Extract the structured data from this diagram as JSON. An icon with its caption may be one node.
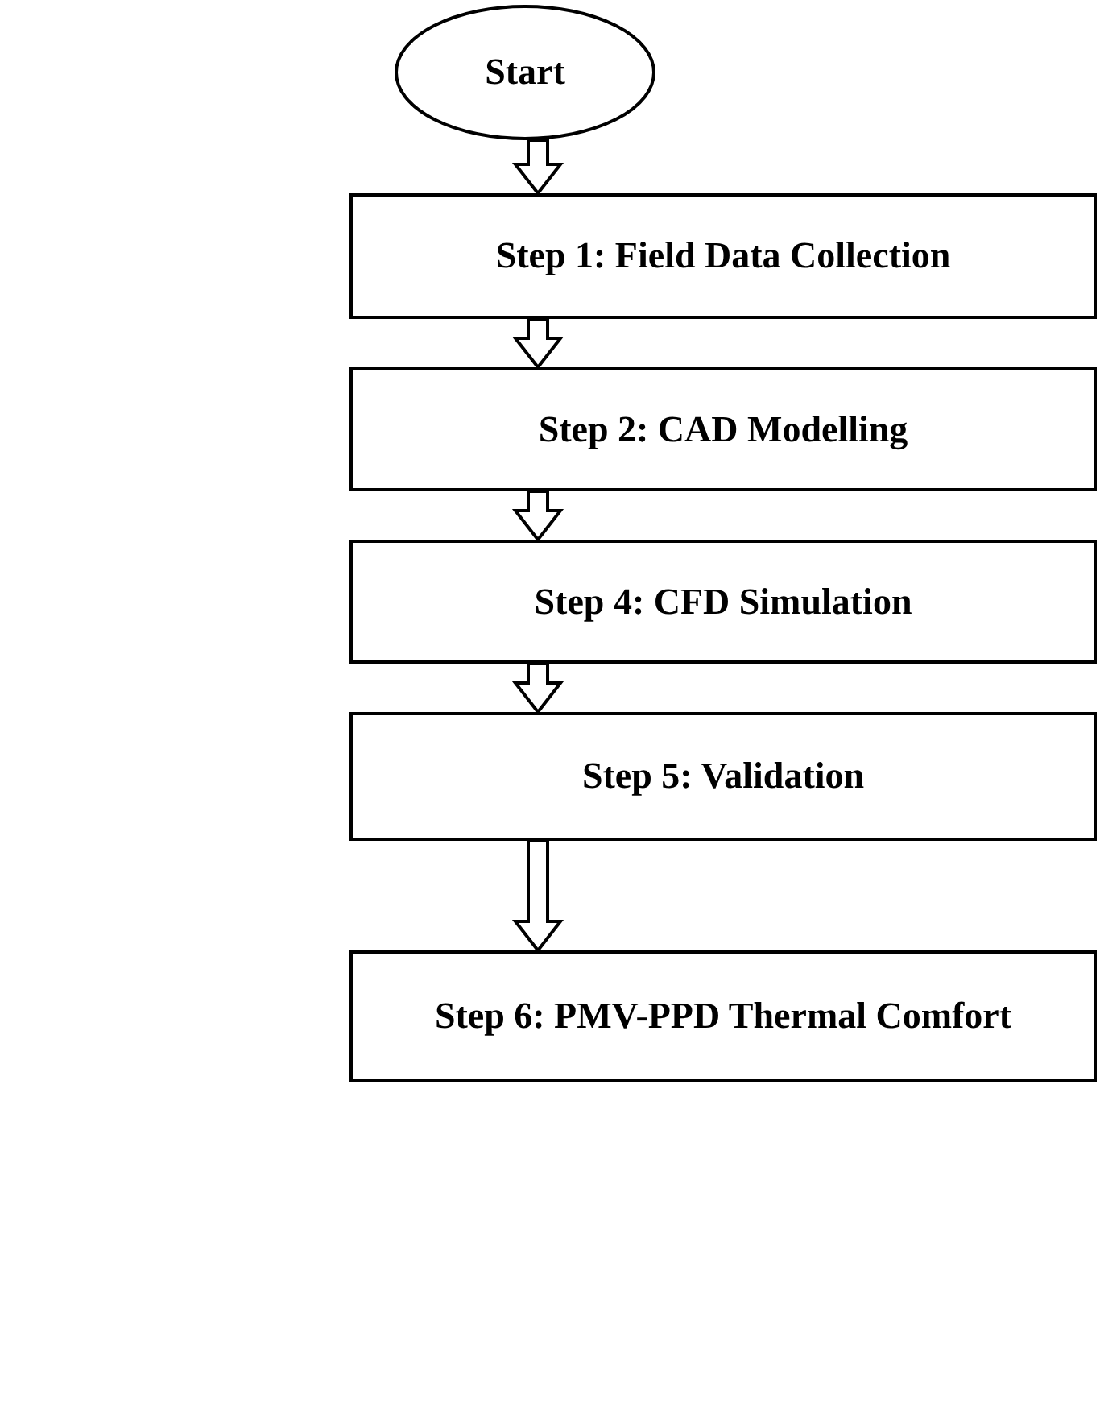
{
  "diagram": {
    "nodes": [
      {
        "text": [
          "Start"
        ]
      },
      {
        "text": [
          "Step 1: Field Data Collection"
        ]
      },
      {
        "text": [
          "Step 2: CAD Modelling"
        ]
      },
      {
        "text": [
          "Step 4: CFD Simulation"
        ]
      },
      {
        "text": [
          "Step 5: Validation"
        ]
      },
      {
        "text": [
          "Step 6: PMV-PPD Thermal Comfort"
        ]
      }
    ],
    "edges": [
      {
        "from": 0,
        "to": 1,
        "arrow": "to"
      },
      {
        "from": 1,
        "to": 2,
        "arrow": "to"
      },
      {
        "from": 2,
        "to": 3,
        "arrow": "to"
      },
      {
        "from": 3,
        "to": 4,
        "arrow": "to"
      },
      {
        "from": 4,
        "to": 5,
        "arrow": "to"
      }
    ]
  }
}
